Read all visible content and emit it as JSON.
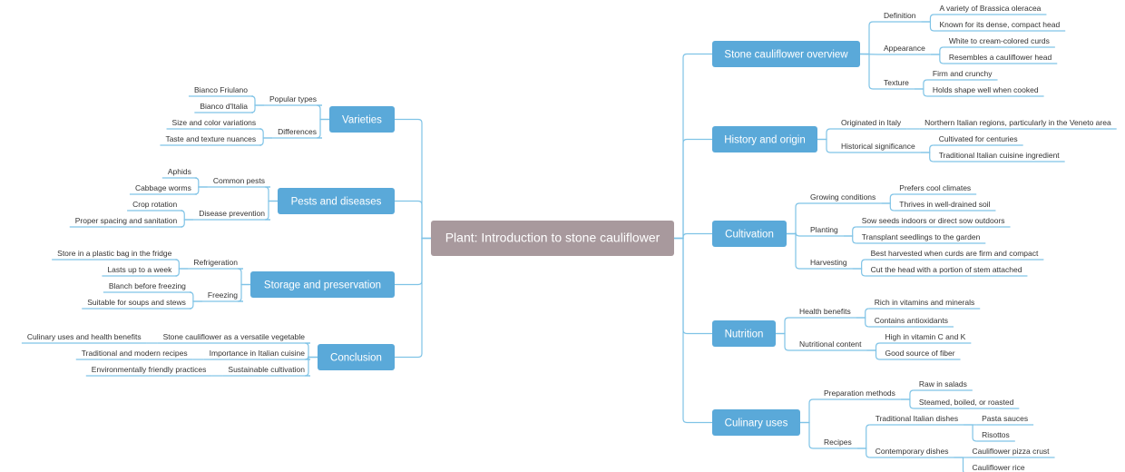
{
  "root": "Plant: Introduction to stone cauliflower",
  "colors": {
    "line": "#7fc3e6",
    "box": "#5aa9d9",
    "root": "#a8999d",
    "text": "#333333"
  },
  "right": [
    {
      "label": "Stone cauliflower overview",
      "children": [
        {
          "label": "Definition",
          "children": [
            {
              "label": "A variety of Brassica oleracea"
            },
            {
              "label": "Known for its dense, compact head"
            }
          ]
        },
        {
          "label": "Appearance",
          "children": [
            {
              "label": "White to cream-colored curds"
            },
            {
              "label": "Resembles a cauliflower head"
            }
          ]
        },
        {
          "label": "Texture",
          "children": [
            {
              "label": "Firm and crunchy"
            },
            {
              "label": "Holds shape well when cooked"
            }
          ]
        }
      ]
    },
    {
      "label": "History and origin",
      "children": [
        {
          "label": "Originated in Italy",
          "children": [
            {
              "label": "Northern Italian regions, particularly in the Veneto area"
            }
          ]
        },
        {
          "label": "Historical significance",
          "children": [
            {
              "label": "Cultivated for centuries"
            },
            {
              "label": "Traditional Italian cuisine ingredient"
            }
          ]
        }
      ]
    },
    {
      "label": "Cultivation",
      "children": [
        {
          "label": "Growing conditions",
          "children": [
            {
              "label": "Prefers cool climates"
            },
            {
              "label": "Thrives in well-drained soil"
            }
          ]
        },
        {
          "label": "Planting",
          "children": [
            {
              "label": "Sow seeds indoors or direct sow outdoors"
            },
            {
              "label": "Transplant seedlings to the garden"
            }
          ]
        },
        {
          "label": "Harvesting",
          "children": [
            {
              "label": "Best harvested when curds are firm and compact"
            },
            {
              "label": "Cut the head with a portion of stem attached"
            }
          ]
        }
      ]
    },
    {
      "label": "Nutrition",
      "children": [
        {
          "label": "Health benefits",
          "children": [
            {
              "label": "Rich in vitamins and minerals"
            },
            {
              "label": "Contains antioxidants"
            }
          ]
        },
        {
          "label": "Nutritional content",
          "children": [
            {
              "label": "High in vitamin C and K"
            },
            {
              "label": "Good source of fiber"
            }
          ]
        }
      ]
    },
    {
      "label": "Culinary uses",
      "children": [
        {
          "label": "Preparation methods",
          "children": [
            {
              "label": "Raw in salads"
            },
            {
              "label": "Steamed, boiled, or roasted"
            }
          ]
        },
        {
          "label": "Recipes",
          "children": [
            {
              "label": "Traditional Italian dishes",
              "children": [
                {
                  "label": "Pasta sauces"
                },
                {
                  "label": "Risottos"
                }
              ]
            },
            {
              "label": "Contemporary dishes",
              "children": [
                {
                  "label": "Cauliflower pizza crust"
                },
                {
                  "label": "Cauliflower rice"
                }
              ]
            }
          ]
        }
      ]
    }
  ],
  "left": [
    {
      "label": "Varieties",
      "children": [
        {
          "label": "Popular types",
          "children": [
            {
              "label": "Bianco Friulano"
            },
            {
              "label": "Bianco d'Italia"
            }
          ]
        },
        {
          "label": "Differences",
          "children": [
            {
              "label": "Size and color variations"
            },
            {
              "label": "Taste and texture nuances"
            }
          ]
        }
      ]
    },
    {
      "label": "Pests and diseases",
      "children": [
        {
          "label": "Common pests",
          "children": [
            {
              "label": "Aphids"
            },
            {
              "label": "Cabbage worms"
            }
          ]
        },
        {
          "label": "Disease prevention",
          "children": [
            {
              "label": "Crop rotation"
            },
            {
              "label": "Proper spacing and sanitation"
            }
          ]
        }
      ]
    },
    {
      "label": "Storage and preservation",
      "children": [
        {
          "label": "Refrigeration",
          "children": [
            {
              "label": "Store in a plastic bag in the fridge"
            },
            {
              "label": "Lasts up to a week"
            }
          ]
        },
        {
          "label": "Freezing",
          "children": [
            {
              "label": "Blanch before freezing"
            },
            {
              "label": "Suitable for soups and stews"
            }
          ]
        }
      ]
    },
    {
      "label": "Conclusion",
      "children": [
        {
          "label": "Stone cauliflower as a versatile vegetable",
          "children": [
            {
              "label": "Culinary uses and health benefits"
            }
          ]
        },
        {
          "label": "Importance in Italian cuisine",
          "children": [
            {
              "label": "Traditional and modern recipes"
            }
          ]
        },
        {
          "label": "Sustainable cultivation",
          "children": [
            {
              "label": "Environmentally friendly practices"
            }
          ]
        }
      ]
    }
  ]
}
